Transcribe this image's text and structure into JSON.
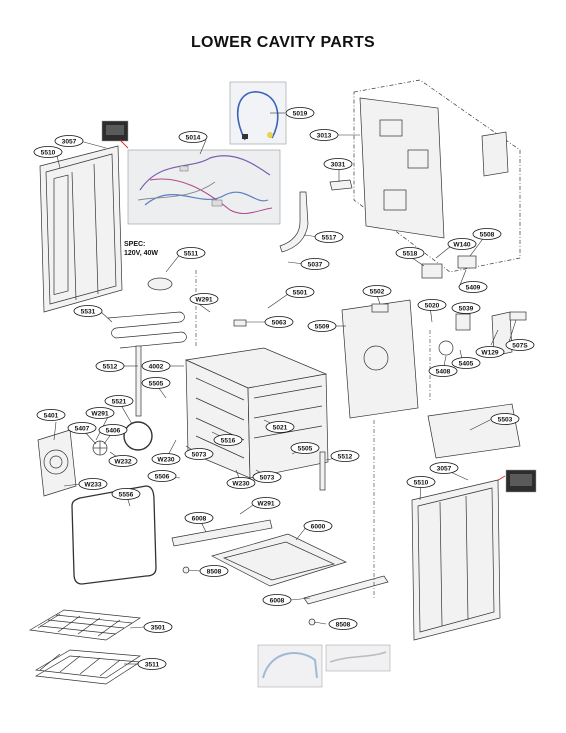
{
  "title": "LOWER CAVITY PARTS",
  "spec": {
    "line1": "SPEC:",
    "line2": "120V, 40W"
  },
  "labels": [
    "5019",
    "3013",
    "3057",
    "5510",
    "5014",
    "3031",
    "5517",
    "5037",
    "W140",
    "5508",
    "5518",
    "5409",
    "5511",
    "W291",
    "5501",
    "5502",
    "5020",
    "5039",
    "5531",
    "5063",
    "5509",
    "W129",
    "507S",
    "5512",
    "4002",
    "5408",
    "5405",
    "5505",
    "5521",
    "5401",
    "W291",
    "5406",
    "5407",
    "W232",
    "W230",
    "5516",
    "5021",
    "5505",
    "5073",
    "5512",
    "5503",
    "5506",
    "W230",
    "5073",
    "W233",
    "3057",
    "5510",
    "W291",
    "5556",
    "6008",
    "6000",
    "8508",
    "6008",
    "8508",
    "3501",
    "3511"
  ]
}
